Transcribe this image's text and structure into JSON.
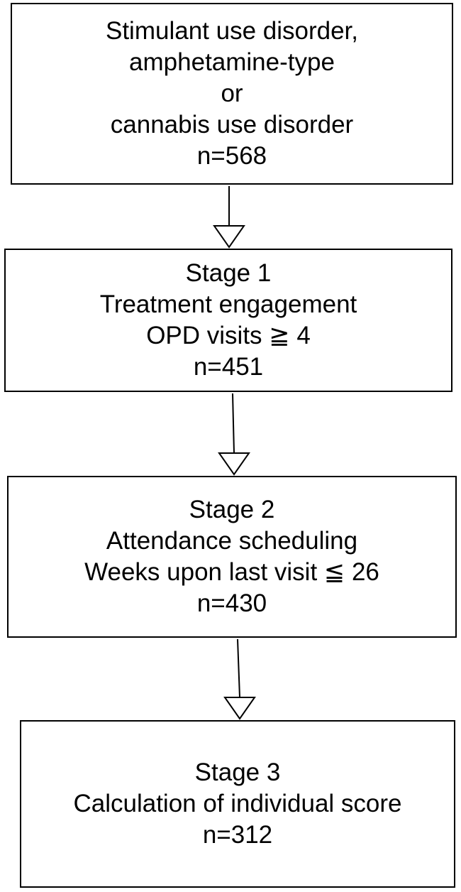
{
  "stages": [
    {
      "lines": [
        "Stimulant use disorder,",
        "amphetamine-type",
        "or",
        "cannabis use disorder",
        "n=568"
      ]
    },
    {
      "lines": [
        "Stage 1",
        "Treatment engagement",
        "OPD visits ≧ 4",
        "n=451"
      ]
    },
    {
      "lines": [
        "Stage 2",
        "Attendance scheduling",
        "Weeks upon last visit ≦ 26",
        "n=430"
      ]
    },
    {
      "lines": [
        "Stage 3",
        "Calculation of individual score",
        "n=312"
      ]
    }
  ]
}
